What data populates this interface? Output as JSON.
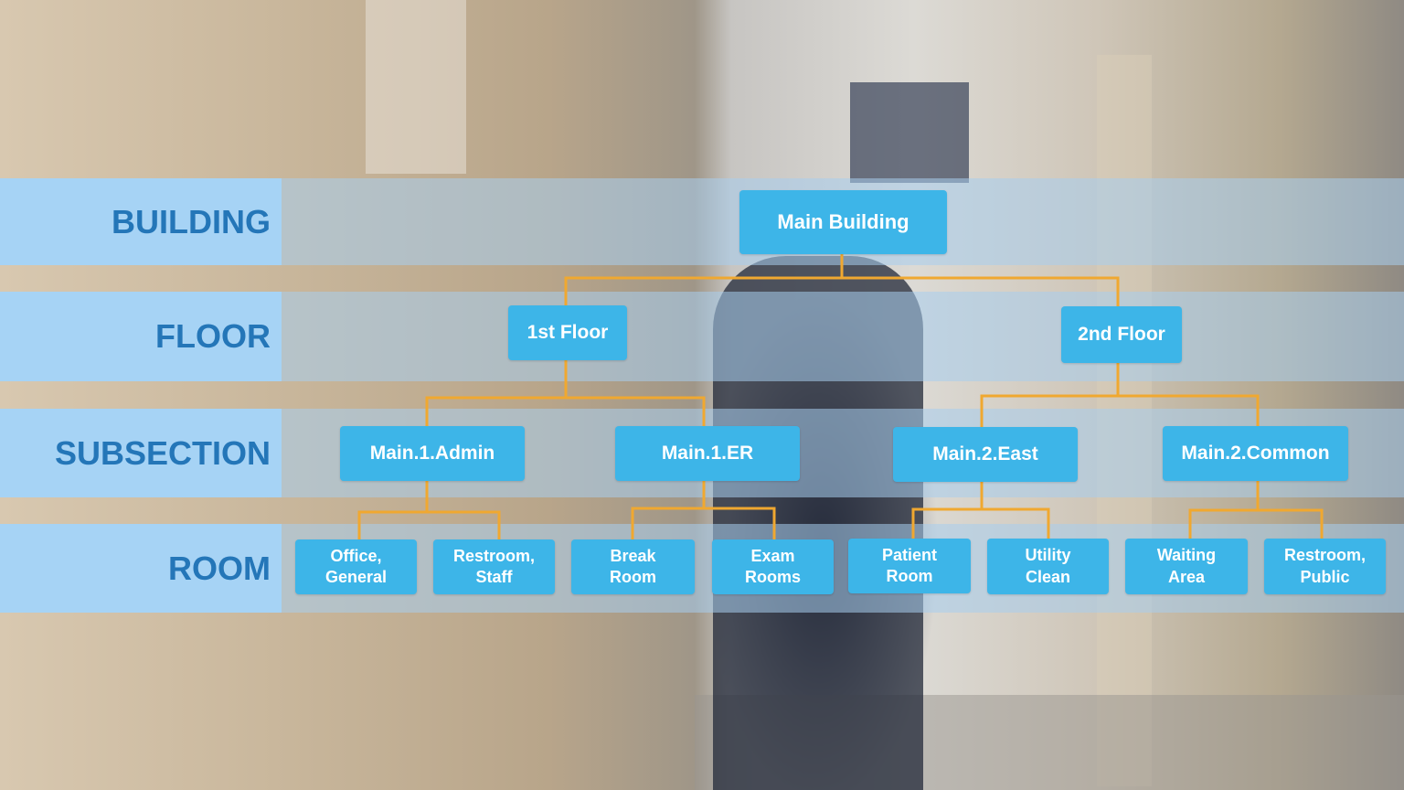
{
  "levels": [
    {
      "label": "BUILDING"
    },
    {
      "label": "FLOOR"
    },
    {
      "label": "SUBSECTION"
    },
    {
      "label": "ROOM"
    }
  ],
  "building": {
    "label": "Main Building"
  },
  "floors": [
    {
      "label": "1st Floor"
    },
    {
      "label": "2nd Floor"
    }
  ],
  "subsections": [
    {
      "label": "Main.1.Admin"
    },
    {
      "label": "Main.1.ER"
    },
    {
      "label": "Main.2.East"
    },
    {
      "label": "Main.2.Common"
    }
  ],
  "rooms": [
    {
      "line1": "Office,",
      "line2": "General"
    },
    {
      "line1": "Restroom,",
      "line2": "Staff"
    },
    {
      "line1": "Break",
      "line2": "Room"
    },
    {
      "line1": "Exam",
      "line2": "Rooms"
    },
    {
      "line1": "Patient",
      "line2": "Room"
    },
    {
      "line1": "Utility",
      "line2": "Clean"
    },
    {
      "line1": "Waiting",
      "line2": "Area"
    },
    {
      "line1": "Restroom,",
      "line2": "Public"
    }
  ],
  "colors": {
    "node": "#3db5e8",
    "label_bg": "#a6d3f5",
    "label_text": "#2476b8",
    "connector": "#f0a830"
  }
}
